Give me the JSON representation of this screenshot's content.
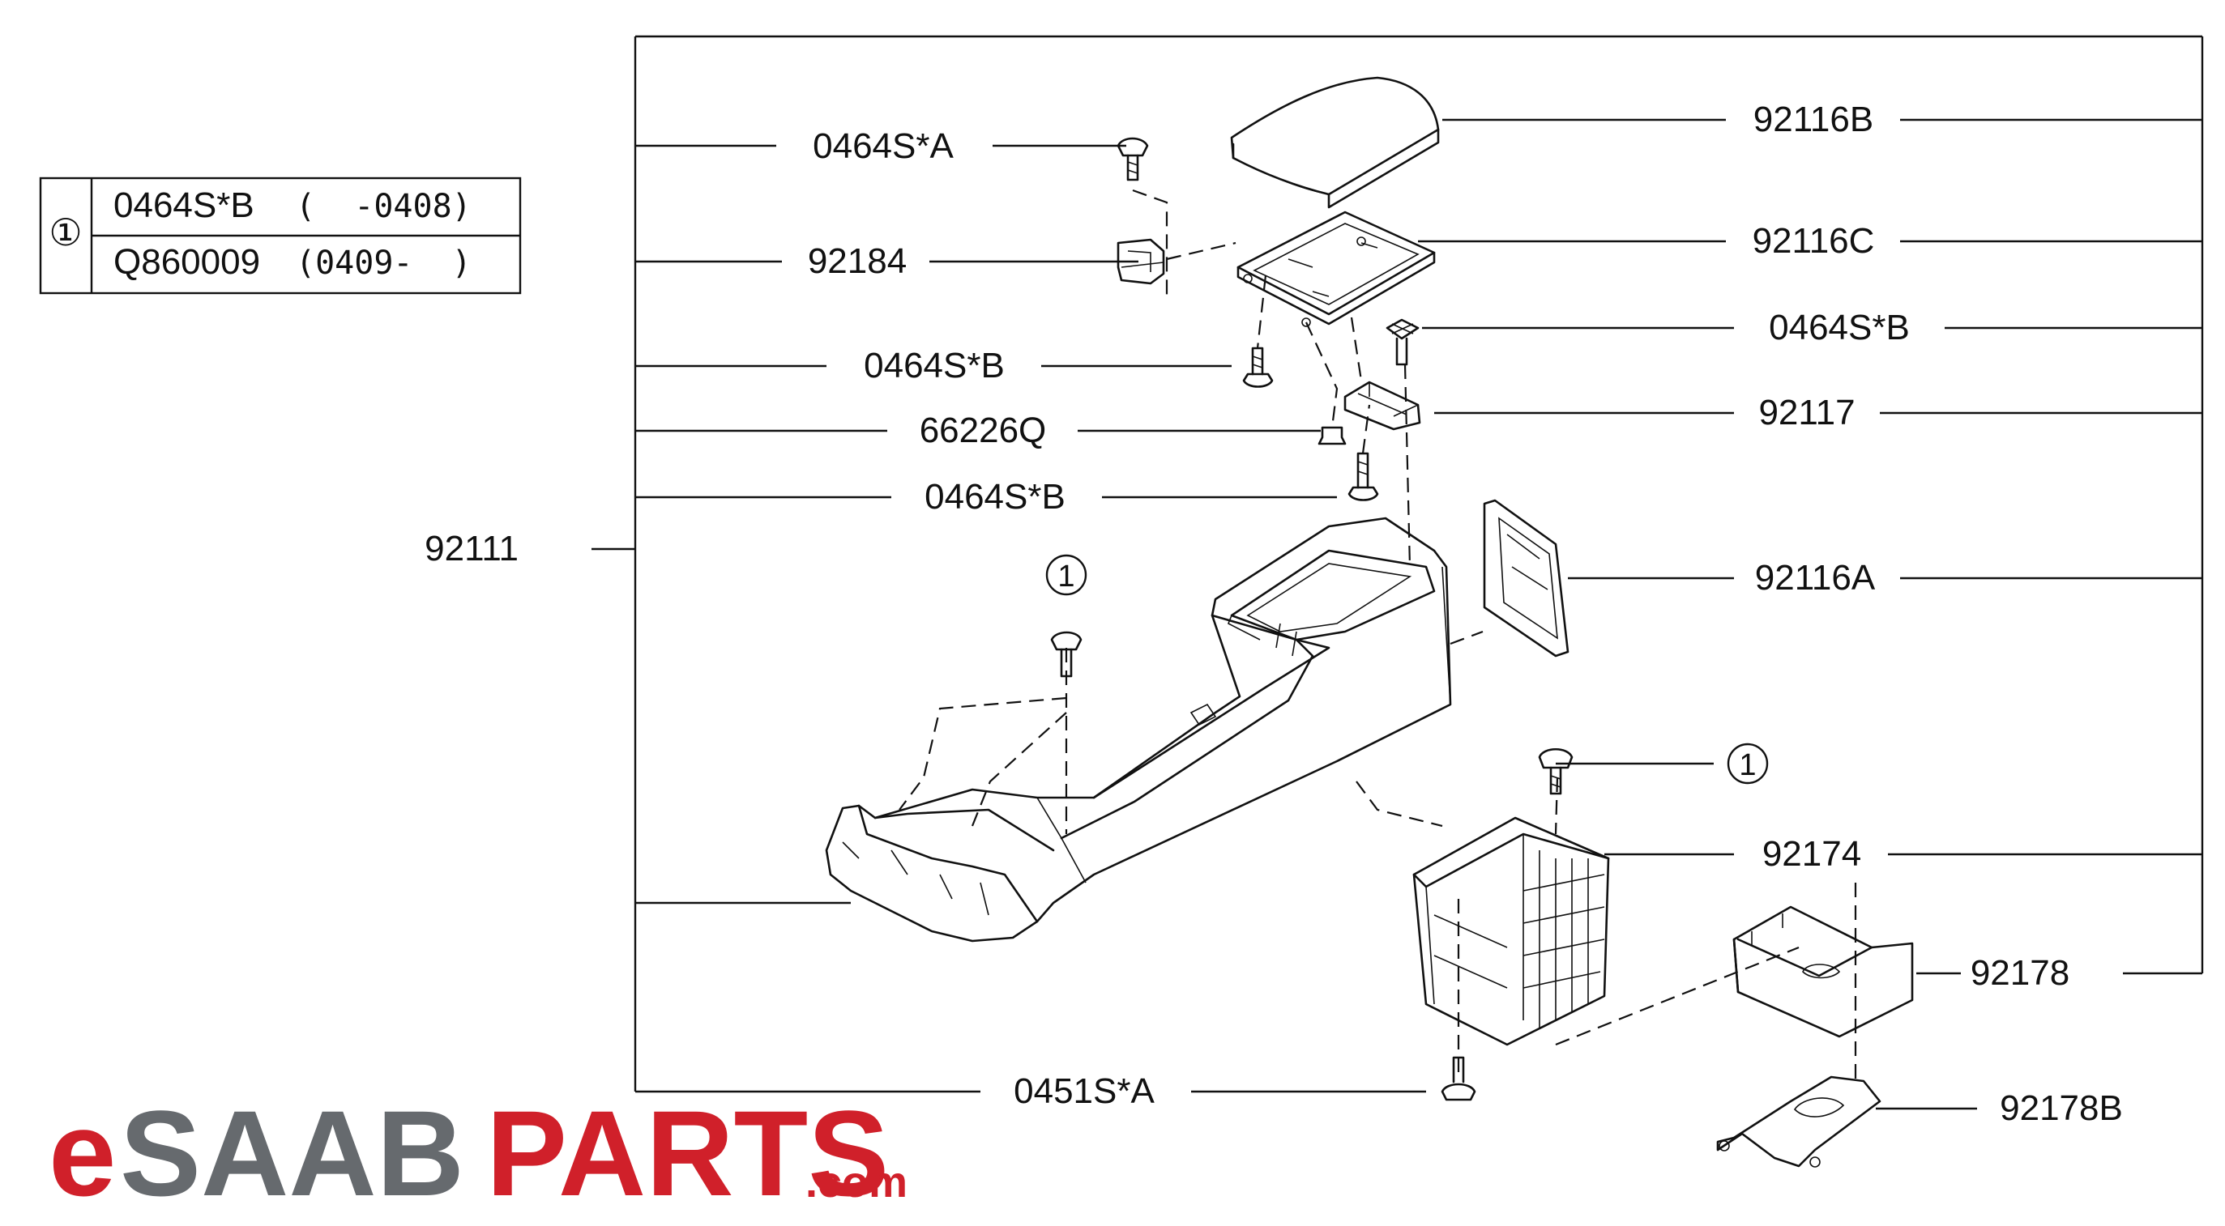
{
  "legend": {
    "marker": "①",
    "rows": [
      {
        "part": "0464S*B",
        "range": "(  -0408)"
      },
      {
        "part": "Q860009",
        "range": "(0409-  )"
      }
    ]
  },
  "assembly_label": "92111",
  "callouts": {
    "p0464SA": "0464S*A",
    "p92184": "92184",
    "p0464SB_a": "0464S*B",
    "p66226Q": "66226Q",
    "p0464SB_b": "0464S*B",
    "p92116B": "92116B",
    "p92116C": "92116C",
    "p0464SB_c": "0464S*B",
    "p92117": "92117",
    "p92116A": "92116A",
    "p92174": "92174",
    "p92178": "92178",
    "p0451SA": "0451S*A",
    "p92178B": "92178B",
    "ref1a": "1",
    "ref1b": "1"
  },
  "logo": {
    "e": "e",
    "saab": "SAAB",
    "parts": "PARTS",
    "com": ".com",
    "colors": {
      "red": "#d0202a",
      "gray": "#666a6e"
    }
  }
}
